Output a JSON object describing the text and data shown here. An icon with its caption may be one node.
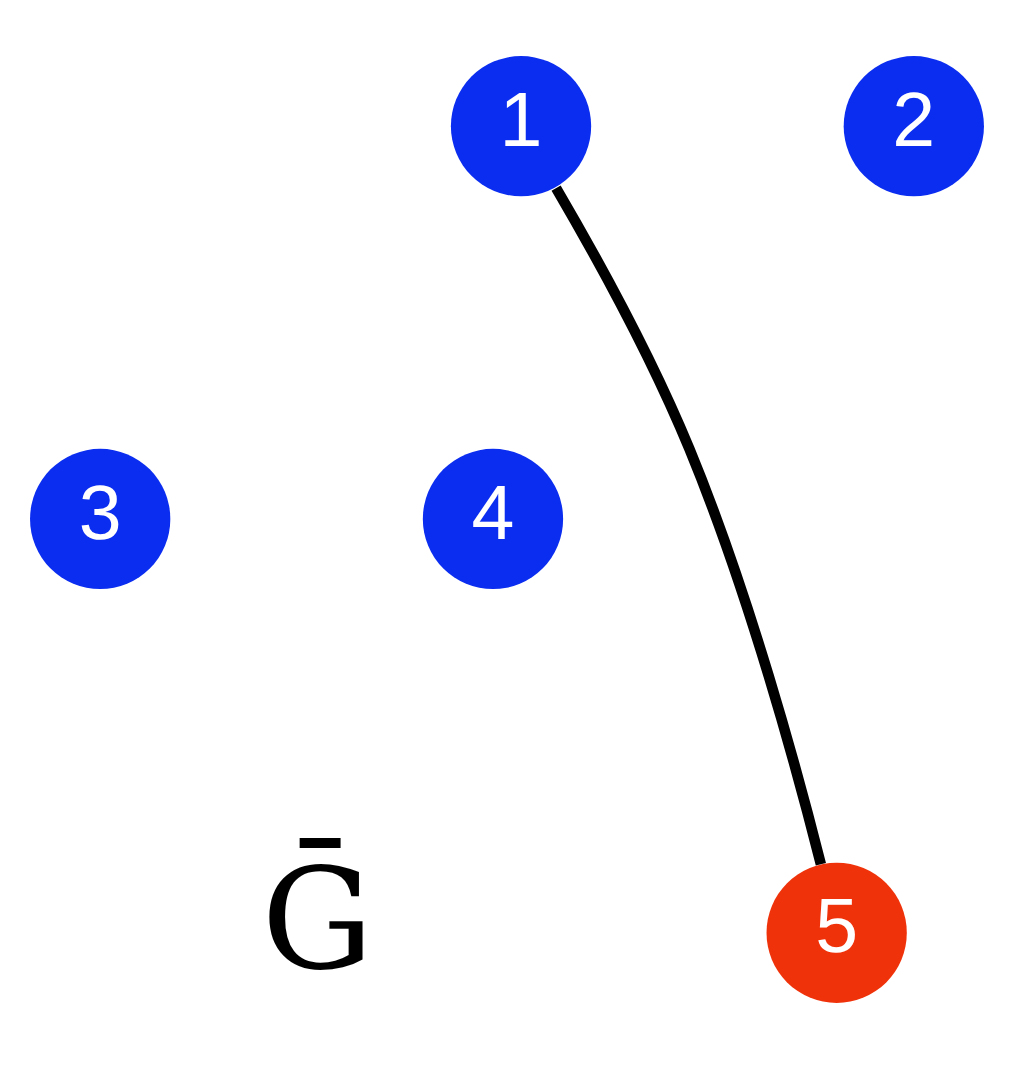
{
  "diagram": {
    "nodes": [
      {
        "text": [
          "1"
        ]
      },
      {
        "text": [
          "2"
        ]
      },
      {
        "text": [
          "3"
        ]
      },
      {
        "text": [
          "4"
        ]
      },
      {
        "text": [
          "5"
        ]
      }
    ],
    "edges": [
      {
        "from": 0,
        "to": 4,
        "arrow": "none"
      }
    ],
    "labels": [
      "Ḡ"
    ]
  }
}
